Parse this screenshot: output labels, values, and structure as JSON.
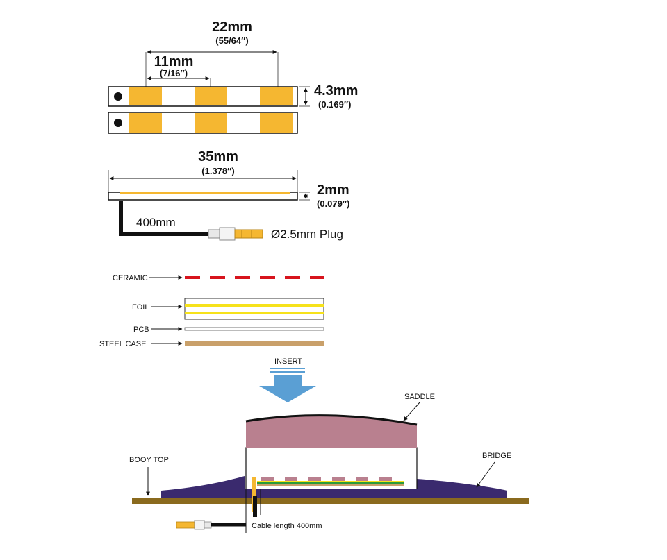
{
  "top_view": {
    "width_label": "22mm",
    "width_sub": "(55/64″)",
    "pitch_label": "11mm",
    "pitch_sub": "(7/16″)",
    "height_label": "4.3mm",
    "height_sub": "(0.169″)"
  },
  "side_view": {
    "length_label": "35mm",
    "length_sub": "(1.378″)",
    "thickness_label": "2mm",
    "thickness_sub": "(0.079″)",
    "cable_label": "400mm",
    "plug_label": "Ø2.5mm Plug"
  },
  "layers": {
    "ceramic": "CERAMIC",
    "foil": "FOIL",
    "pcb": "PCB",
    "steel": "STEEL CASE"
  },
  "install": {
    "insert": "INSERT",
    "saddle": "SADDLE",
    "body_top": "BOOY TOP",
    "bridge": "BRIDGE",
    "cable_length": "Cable length 400mm"
  },
  "colors": {
    "pad": "#f5b731",
    "ceramic": "#d7141d",
    "foil_stripe": "#f6e21b",
    "steel": "#c9a06a",
    "saddle": "#b9808f",
    "bridge": "#3a2a6e",
    "body_top": "#8a6a1e",
    "insert_arrow": "#5a9fd4"
  }
}
